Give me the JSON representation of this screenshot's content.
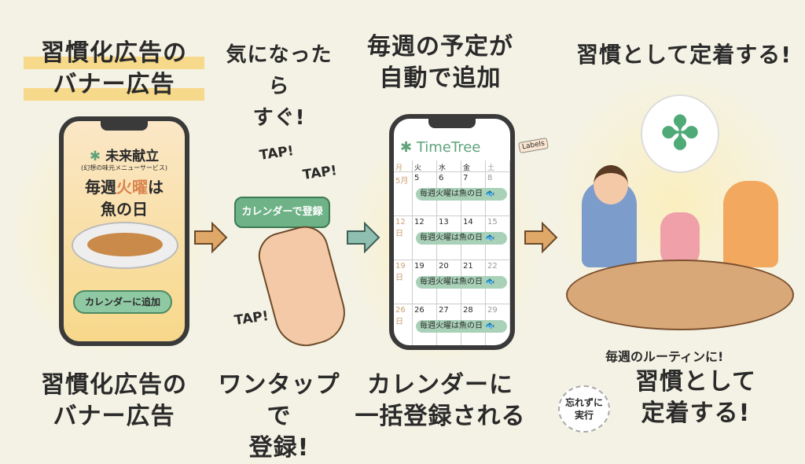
{
  "step1": {
    "title": [
      "習慣化広告の",
      "バナー広告"
    ],
    "brand": "未来献立",
    "brand_sub": "(幻想の味元メニューサービス)",
    "headline_a": "毎週",
    "headline_hl": "火曜",
    "headline_b": "は",
    "headline_c": "魚の日",
    "button": "カレンダーに追加",
    "caption": [
      "習慣化広告の",
      "バナー広告"
    ]
  },
  "step2": {
    "title": [
      "気になったら",
      "すぐ!"
    ],
    "button": "カレンダーで登録",
    "taps": [
      "TAP!",
      "TAP!",
      "TAP!"
    ],
    "caption": [
      "ワンタップで",
      "登録!"
    ]
  },
  "step3": {
    "title": [
      "毎週の予定が",
      "自動で追加"
    ],
    "app": "TimeTree",
    "tag": "Labels",
    "days": [
      "月",
      "火",
      "水",
      "金",
      "土"
    ],
    "weeks": [
      {
        "label": "5月",
        "dates": [
          "5",
          "6",
          "7",
          "8"
        ]
      },
      {
        "label": "12日",
        "dates": [
          "12",
          "13",
          "14",
          "15"
        ]
      },
      {
        "label": "19日",
        "dates": [
          "19",
          "20",
          "21",
          "22"
        ]
      },
      {
        "label": "26日",
        "dates": [
          "26",
          "27",
          "28",
          "29"
        ]
      }
    ],
    "event": "毎週火曜は魚の日",
    "caption": [
      "カレンダーに",
      "一括登録される"
    ]
  },
  "step4": {
    "title": "習慣として定着する!",
    "routine": "毎週のルーティンに!",
    "caption": [
      "習慣として",
      "定着する!"
    ],
    "stamp": [
      "忘れずに",
      "実行"
    ]
  },
  "colors": {
    "green": "#5fa27a",
    "accent": "#d9844e",
    "arrow": "#e0a868",
    "arrow2": "#8fbfb0"
  }
}
